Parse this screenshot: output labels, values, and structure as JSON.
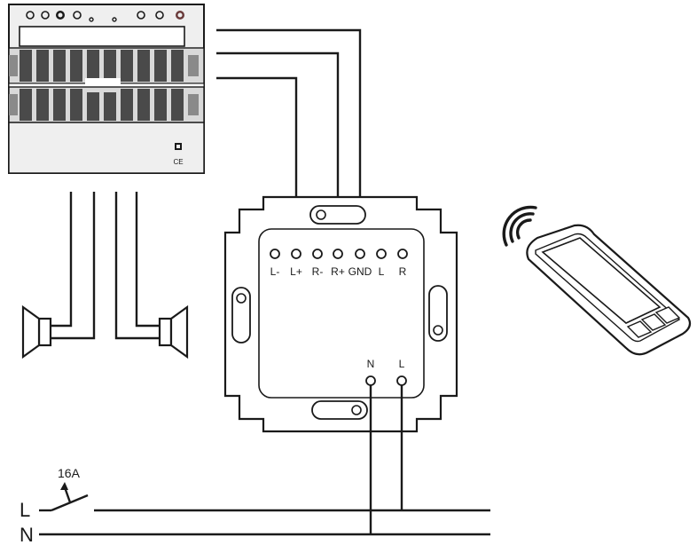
{
  "terminals_top": [
    "L-",
    "L+",
    "R-",
    "R+",
    "GND",
    "L",
    "R"
  ],
  "terminals_bottom": [
    "N",
    "L"
  ],
  "rating": "16A",
  "mains_lines": [
    "L",
    "N"
  ],
  "module_mark": "CE",
  "colors": {
    "line": "#1a1a1a",
    "module_fill": "#e6e6e6",
    "module_block": "#4a4a4a",
    "module_block_light": "#8a8a8a"
  },
  "icons": [
    "amplifier-module-icon",
    "speaker-left-icon",
    "speaker-right-icon",
    "remote-control-icon",
    "wireless-signal-icon",
    "switch-icon"
  ]
}
